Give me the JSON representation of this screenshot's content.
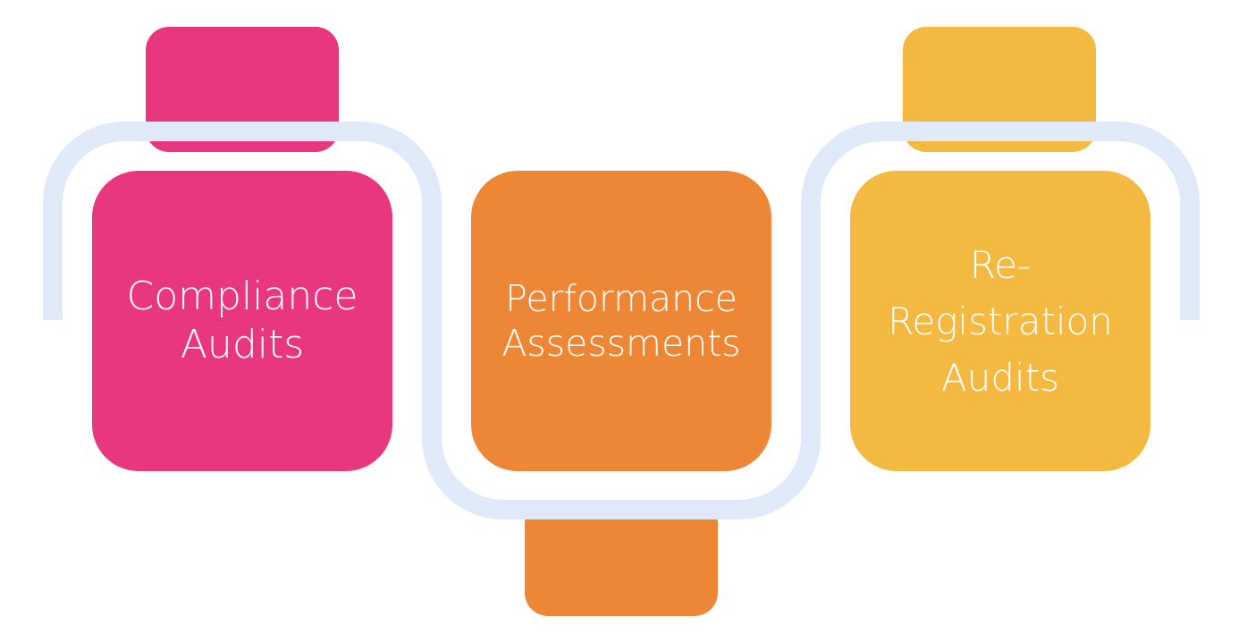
{
  "colors": {
    "pink": "#E8367F",
    "orange": "#EE8735",
    "yellow": "#F3B941",
    "connector": "#DFE9F7",
    "background": "#FFFFFF"
  },
  "steps": [
    {
      "label": "Compliance\nAudits",
      "color": "pink"
    },
    {
      "label": "Performance\nAssessments",
      "color": "orange"
    },
    {
      "label": "Re-\nRegistration\nAudits",
      "color": "yellow"
    }
  ]
}
